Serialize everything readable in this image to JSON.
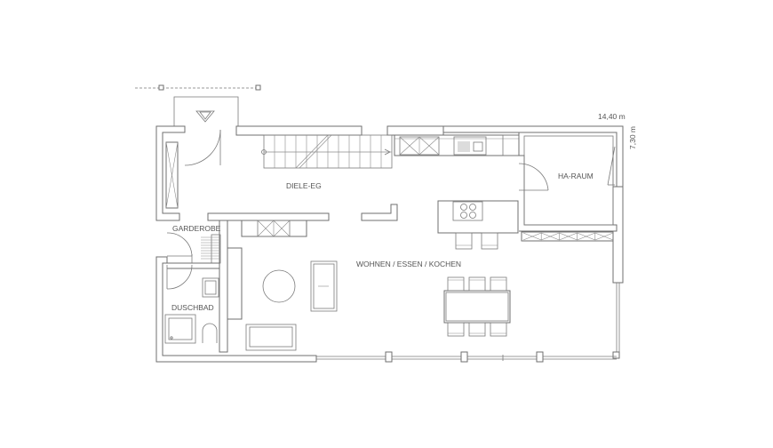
{
  "dimensions": {
    "width_label": "14,40 m",
    "depth_label": "7,30 m"
  },
  "rooms": {
    "hall": "DIELE-EG",
    "utility": "HA-RAUM",
    "wardrobe": "GARDEROBE",
    "shower": "DUSCHBAD",
    "living": "WOHNEN / ESSEN / KOCHEN"
  },
  "colors": {
    "line": "#6f6f6f",
    "text": "#555555",
    "background": "#ffffff"
  }
}
